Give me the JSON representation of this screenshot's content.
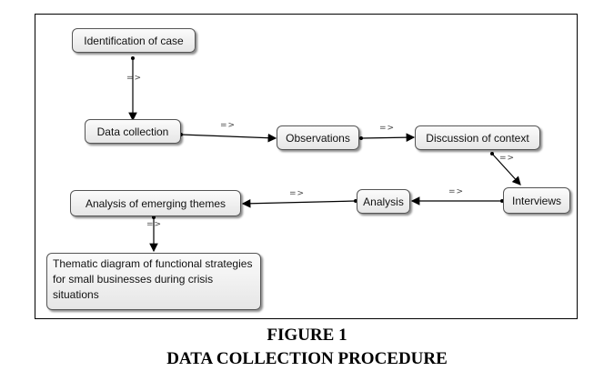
{
  "nodes": {
    "identification": "Identification of case",
    "data_collection": "Data collection",
    "observations": "Observations",
    "discussion": "Discussion of context",
    "interviews": "Interviews",
    "analysis": "Analysis",
    "emerging_themes": "Analysis of emerging themes",
    "thematic_diagram": "Thematic diagram of functional strategies for small businesses during crisis situations"
  },
  "edge_label": "=>",
  "caption": {
    "figure": "FIGURE 1",
    "title": "DATA COLLECTION PROCEDURE"
  }
}
